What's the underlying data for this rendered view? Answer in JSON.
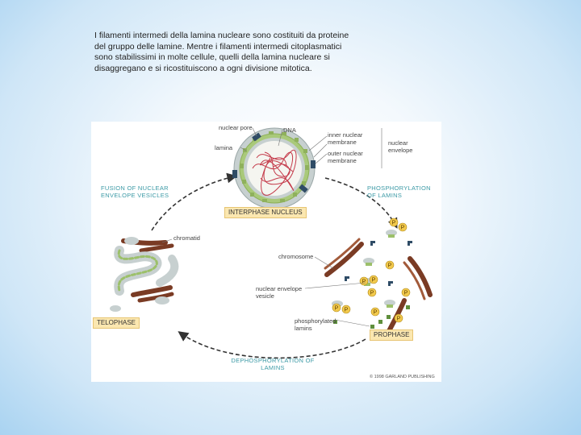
{
  "caption": "I filamenti intermedi della lamina nucleare sono costituiti da proteine del gruppo delle lamine. Mentre i filamenti intermedi citoplasmatici sono stabilissimi in molte cellule, quelli della lamina nucleare si disaggregano e si ricostituiscono a ogni divisione mitotica.",
  "figure": {
    "labels": {
      "nuclear_pore": "nuclear pore",
      "dna": "DNA",
      "lamina": "lamina",
      "inner_membrane": "inner nuclear membrane",
      "outer_membrane": "outer nuclear membrane",
      "nuclear_envelope": "nuclear envelope",
      "chromatid": "chromatid",
      "chromosome": "chromosome",
      "envelope_vesicle": "nuclear envelope vesicle",
      "phosphorylated_lamins": "phosphorylated lamins",
      "p": "P"
    },
    "steps": {
      "fusion": "FUSION OF NUCLEAR ENVELOPE VESICLES",
      "phosphorylation": "PHOSPHORYLATION OF LAMINS",
      "dephosphorylation": "DEPHOSPHORYLATION OF LAMINS"
    },
    "stages": {
      "interphase": "INTERPHASE NUCLEUS",
      "prophase": "PROPHASE",
      "telophase": "TELOPHASE"
    },
    "copyright": "© 1998 GARLAND PUBLISHING"
  },
  "colors": {
    "arrow": "#333333",
    "membrane": "#b8c4c4",
    "lamina_green": "#9cc06a",
    "pore_blue": "#2f4c66",
    "dna_red": "#c43a4a",
    "chromosome": "#7a3b24",
    "phosphate": "#f2c94c",
    "stage_box": "#fbe7b0",
    "step_text": "#3c9aa6"
  }
}
